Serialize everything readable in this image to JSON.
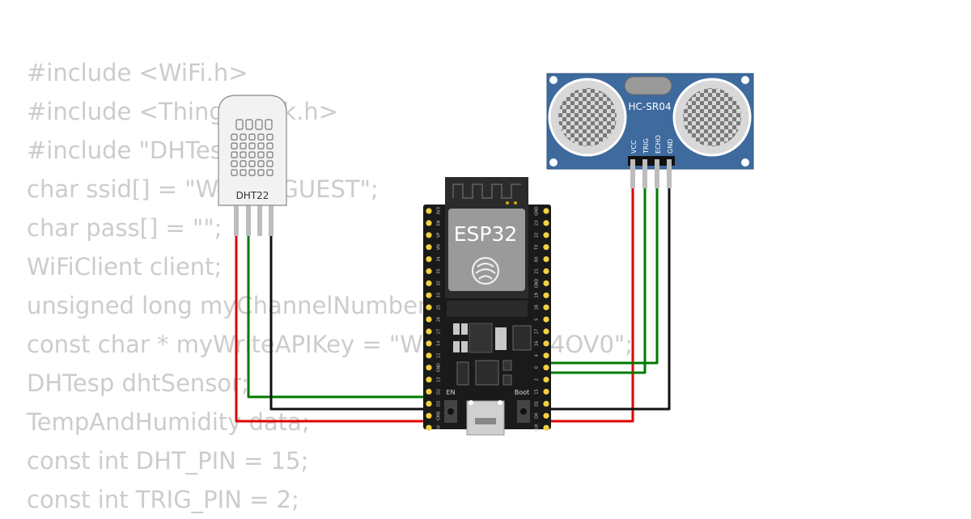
{
  "code_lines": [
    "#include <WiFi.h>",
    "#include <ThingSpeak.h>",
    "#include \"DHTesp.h\"",
    "char ssid[] = \"Wokwi-GUEST\";",
    "char pass[] = \"\";",
    "WiFiClient client;",
    "unsigned long myChannelNumber = 2;",
    "const char * myWriteAPIKey = \"WXXXXBEHP4OV0\";",
    "DHTesp dhtSensor;",
    "TempAndHumidity data;",
    "const int DHT_PIN = 15;",
    "const int TRIG_PIN = 2;"
  ],
  "components": {
    "dht": {
      "label": "DHT22"
    },
    "esp32": {
      "label": "ESP32",
      "left_pins": [
        "3V3",
        "EN",
        "VP",
        "VN",
        "34",
        "35",
        "32",
        "33",
        "25",
        "26",
        "27",
        "14",
        "12",
        "GND",
        "13",
        "D2",
        "D3",
        "CMD",
        "5V"
      ],
      "right_pins": [
        "GND",
        "23",
        "22",
        "TX",
        "RX",
        "21",
        "GND",
        "19",
        "18",
        "5",
        "17",
        "16",
        "4",
        "0",
        "2",
        "15",
        "D1",
        "D0",
        "CLK"
      ],
      "en_label": "EN",
      "boot_label": "Boot"
    },
    "hcsr04": {
      "label": "HC-SR04",
      "pins": [
        "VCC",
        "TRIG",
        "ECHO",
        "GND"
      ]
    }
  },
  "colors": {
    "wire_red": "#e00000",
    "wire_green": "#007a00",
    "wire_black": "#111111",
    "board": "#1a1a1a",
    "sensor_blue": "#3e6a9e",
    "pin_gold": "#f5d142",
    "code_text": "#cccccc"
  }
}
